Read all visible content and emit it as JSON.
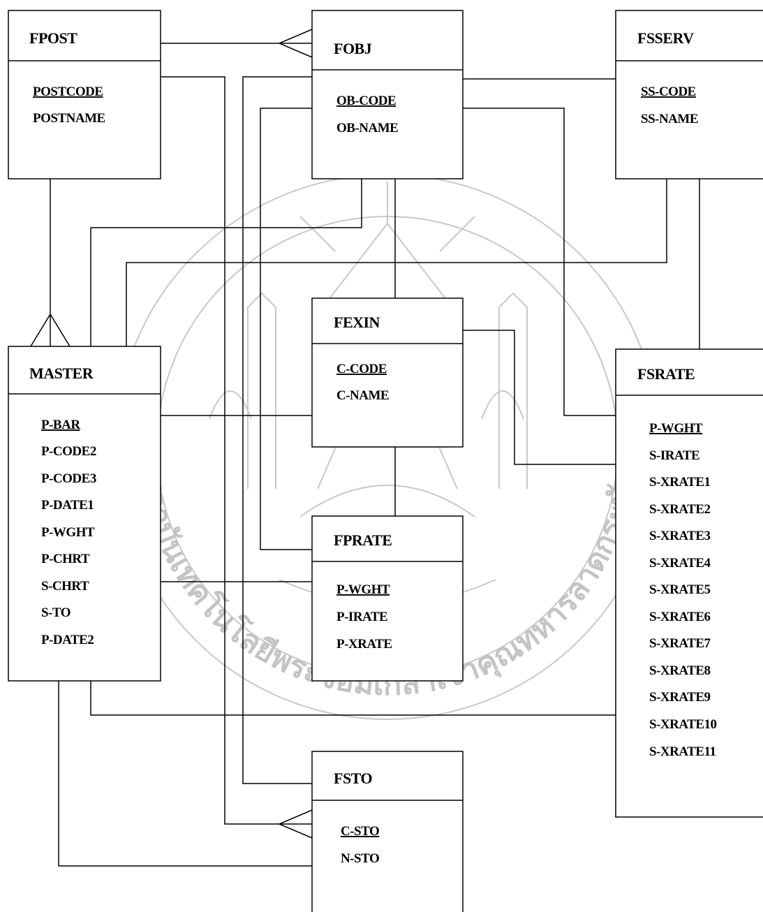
{
  "watermark": {
    "text": "สถาบันเทคโนโลยีพระจอมเกล้าเจ้าคุณทหารลาดกระบัง",
    "type": "university-seal",
    "color": "#c4c4c4"
  },
  "entities": {
    "fpost": {
      "name": "FPOST",
      "attributes": [
        {
          "label": "POSTCODE",
          "key": true
        },
        {
          "label": "POSTNAME",
          "key": false
        }
      ]
    },
    "fobj": {
      "name": "FOBJ",
      "attributes": [
        {
          "label": "OB-CODE",
          "key": true
        },
        {
          "label": "OB-NAME",
          "key": false
        }
      ]
    },
    "fsserv": {
      "name": "FSSERV",
      "attributes": [
        {
          "label": "SS-CODE",
          "key": true
        },
        {
          "label": "SS-NAME",
          "key": false
        }
      ]
    },
    "fexin": {
      "name": "FEXIN",
      "attributes": [
        {
          "label": "C-CODE",
          "key": true
        },
        {
          "label": "C-NAME",
          "key": false
        }
      ]
    },
    "master": {
      "name": "MASTER",
      "attributes": [
        {
          "label": "P-BAR",
          "key": true
        },
        {
          "label": "P-CODE2",
          "key": false
        },
        {
          "label": "P-CODE3",
          "key": false
        },
        {
          "label": "P-DATE1",
          "key": false
        },
        {
          "label": "P-WGHT",
          "key": false
        },
        {
          "label": "P-CHRT",
          "key": false
        },
        {
          "label": "S-CHRT",
          "key": false
        },
        {
          "label": "S-TO",
          "key": false
        },
        {
          "label": "P-DATE2",
          "key": false
        }
      ]
    },
    "fsrate": {
      "name": "FSRATE",
      "attributes": [
        {
          "label": "P-WGHT",
          "key": true
        },
        {
          "label": "S-IRATE",
          "key": false
        },
        {
          "label": "S-XRATE1",
          "key": false
        },
        {
          "label": "S-XRATE2",
          "key": false
        },
        {
          "label": "S-XRATE3",
          "key": false
        },
        {
          "label": "S-XRATE4",
          "key": false
        },
        {
          "label": "S-XRATE5",
          "key": false
        },
        {
          "label": "S-XRATE6",
          "key": false
        },
        {
          "label": "S-XRATE7",
          "key": false
        },
        {
          "label": "S-XRATE8",
          "key": false
        },
        {
          "label": "S-XRATE9",
          "key": false
        },
        {
          "label": "S-XRATE10",
          "key": false
        },
        {
          "label": "S-XRATE11",
          "key": false
        }
      ]
    },
    "fprate": {
      "name": "FPRATE",
      "attributes": [
        {
          "label": "P-WGHT",
          "key": true
        },
        {
          "label": "P-IRATE",
          "key": false
        },
        {
          "label": "P-XRATE",
          "key": false
        }
      ]
    },
    "fsto": {
      "name": "FSTO",
      "attributes": [
        {
          "label": "C-STO",
          "key": true
        },
        {
          "label": "N-STO",
          "key": false
        }
      ]
    }
  }
}
